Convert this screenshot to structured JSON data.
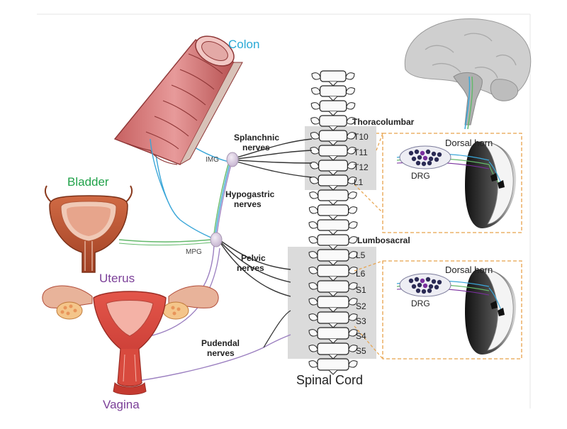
{
  "organs": {
    "colon": "Colon",
    "bladder": "Bladder",
    "uterus": "Uterus",
    "vagina": "Vagina"
  },
  "ganglia": {
    "img": "IMG",
    "mpg": "MPG"
  },
  "nerves": {
    "splanchnic_1": "Splanchnic",
    "splanchnic_2": "nerves",
    "hypogastric_1": "Hypogastric",
    "hypogastric_2": "nerves",
    "pelvic_1": "Pelvic",
    "pelvic_2": "nerves",
    "pudendal_1": "Pudendal",
    "pudendal_2": "nerves"
  },
  "regions": {
    "thoracolumbar": "Thoracolumbar",
    "lumbosacral": "Lumbosacral"
  },
  "levels": {
    "t10": "T10",
    "t11": "T11",
    "t12": "T12",
    "l1": "L1",
    "l5": "L5",
    "l6": "L6",
    "s1": "S1",
    "s2": "S2",
    "s3": "S3",
    "s4": "S4",
    "s5": "S5"
  },
  "spinal_cord_label": "Spinal Cord",
  "insets": {
    "dorsal_horn_upper": "Dorsal horn",
    "drg_upper": "DRG",
    "dorsal_horn_lower": "Dorsal horn",
    "drg_lower": "DRG"
  },
  "colors": {
    "colon_label": "#29a9d6",
    "bladder_label": "#21a24a",
    "uterus_label": "#7b3f98",
    "vagina_label": "#7b3f98",
    "colon_nerve": "#3aa6d8",
    "bladder_nerve": "#63b96b",
    "uterus_nerve": "#9b7fc0",
    "inset_border": "#e8a24a",
    "drg_dot": "#2b2b55",
    "drg_highlight": "#7a2f9e"
  }
}
